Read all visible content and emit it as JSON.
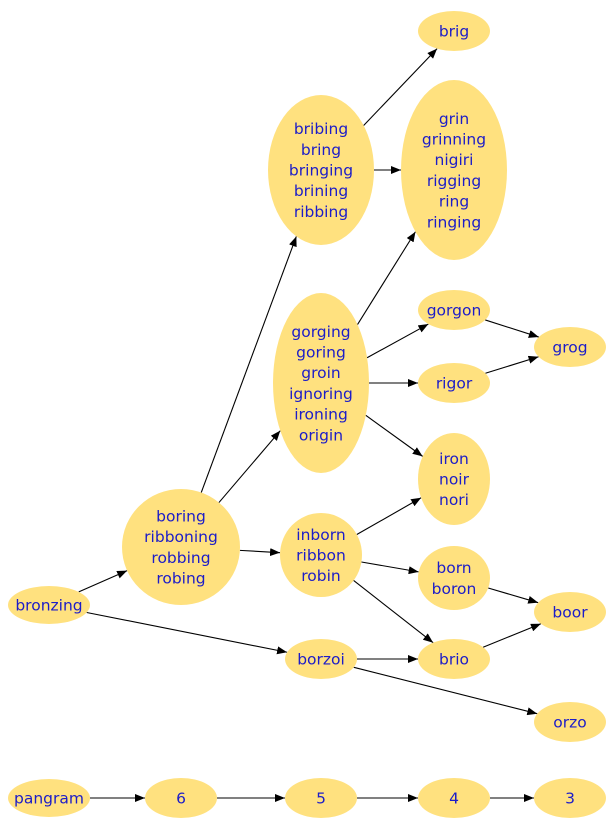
{
  "nodes": {
    "bronzing": [
      "bronzing"
    ],
    "boring": [
      "boring",
      "ribboning",
      "robbing",
      "robing"
    ],
    "bribing": [
      "bribing",
      "bring",
      "bringing",
      "brining",
      "ribbing"
    ],
    "gorging": [
      "gorging",
      "goring",
      "groin",
      "ignoring",
      "ironing",
      "origin"
    ],
    "brig": [
      "brig"
    ],
    "grin": [
      "grin",
      "grinning",
      "nigiri",
      "rigging",
      "ring",
      "ringing"
    ],
    "gorgon": [
      "gorgon"
    ],
    "rigor": [
      "rigor"
    ],
    "grog": [
      "grog"
    ],
    "iron": [
      "iron",
      "noir",
      "nori"
    ],
    "inborn": [
      "inborn",
      "ribbon",
      "robin"
    ],
    "born": [
      "born",
      "boron"
    ],
    "boor": [
      "boor"
    ],
    "borzoi": [
      "borzoi"
    ],
    "brio": [
      "brio"
    ],
    "orzo": [
      "orzo"
    ],
    "pangram": [
      "pangram"
    ],
    "n6": [
      "6"
    ],
    "n5": [
      "5"
    ],
    "n4": [
      "4"
    ],
    "n3": [
      "3"
    ]
  },
  "edges": [
    [
      "bronzing",
      "boring"
    ],
    [
      "bronzing",
      "borzoi"
    ],
    [
      "boring",
      "bribing"
    ],
    [
      "boring",
      "gorging"
    ],
    [
      "boring",
      "inborn"
    ],
    [
      "bribing",
      "brig"
    ],
    [
      "bribing",
      "grin"
    ],
    [
      "gorging",
      "grin"
    ],
    [
      "gorging",
      "gorgon"
    ],
    [
      "gorging",
      "rigor"
    ],
    [
      "gorging",
      "iron"
    ],
    [
      "gorgon",
      "grog"
    ],
    [
      "rigor",
      "grog"
    ],
    [
      "inborn",
      "iron"
    ],
    [
      "inborn",
      "born"
    ],
    [
      "inborn",
      "brio"
    ],
    [
      "born",
      "boor"
    ],
    [
      "borzoi",
      "brio"
    ],
    [
      "borzoi",
      "orzo"
    ],
    [
      "brio",
      "boor"
    ],
    [
      "pangram",
      "n6"
    ],
    [
      "n6",
      "n5"
    ],
    [
      "n5",
      "n4"
    ],
    [
      "n4",
      "n3"
    ]
  ],
  "colors": {
    "node_fill": "#ffe17f",
    "label_text": "#1c1cc8",
    "edge": "#000000"
  }
}
